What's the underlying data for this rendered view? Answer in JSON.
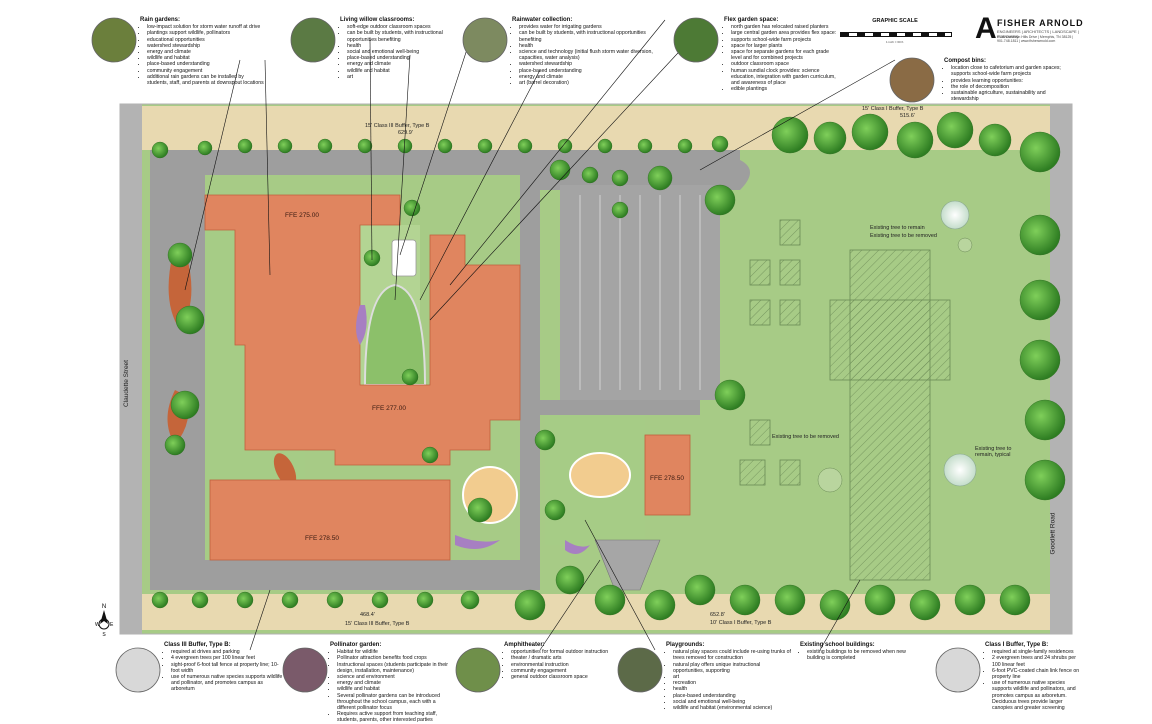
{
  "title_block": {
    "firm_name": "FISHER ARNOLD",
    "firm_tag": "ENGINEERS | ARCHITECTS | LANDSCAPE | PLANNERS",
    "firm_address": "9180 Crestwyn Hills Drive | Memphis, TN 38125 | 901.748.1811 | www.fisherarnold.com",
    "scale_title": "GRAPHIC SCALE",
    "scale_sub": "1 inch = 60 ft."
  },
  "streets": {
    "left": "Claudette Street",
    "right": "Goodlett Road"
  },
  "buffers": {
    "top_left": "15' Class III Buffer, Type B",
    "top_left_len": "629.9'",
    "top_right": "15' Class I Buffer, Type B",
    "top_right_len": "515.6'",
    "bottom_left": "15' Class III Buffer, Type B",
    "bottom_left_len": "468.4'",
    "bottom_right": "10' Class I Buffer, Type B",
    "bottom_right_len": "652.8'"
  },
  "buildings": {
    "ffe_1": "FFE 275.00",
    "ffe_2": "FFE 277.00",
    "ffe_3": "FFE 278.50",
    "ffe_4": "FFE 278.50"
  },
  "tree_labels": {
    "t1": "Existing tree to remain",
    "t2": "Existing tree to be removed",
    "t3": "Existing tree to be removed",
    "t4": "Existing tree to remain, typical"
  },
  "callouts": {
    "rain": {
      "title": "Rain gardens:",
      "items": [
        "low-impact solution for storm water runoff at drive",
        "plantings support wildlife, pollinators",
        "educational opportunities",
        "watershed stewardship",
        "energy and climate",
        "wildlife and habitat",
        "place-based understanding",
        "community engagement",
        "additional rain gardens can be installed by students, staff, and parents at downspout locations"
      ]
    },
    "willow": {
      "title": "Living willow classrooms:",
      "items": [
        "soft-edge outdoor classroom spaces",
        "can be built by students, with instructional opportunities benefiting",
        "health",
        "social and emotional well-being",
        "place-based understanding",
        "energy and climate",
        "wildlife and habitat",
        "art"
      ]
    },
    "rainwater": {
      "title": "Rainwater collection:",
      "items": [
        "provides water for irrigating gardens",
        "can be built by students, with instructional opportunities benefiting",
        "health",
        "science and technology (initial flush storm water diversion, capacities, water analysis)",
        "watershed stewardship",
        "place-based understanding",
        "energy and climate",
        "art (barrel decoration)"
      ]
    },
    "flex": {
      "title": "Flex garden space:",
      "items": [
        "north garden has relocated raised planters",
        "large central garden area provides flex space:",
        "supports school-wide farm projects",
        "space for larger plants",
        "space for separate gardens for each grade level and for combined projects",
        "outdoor classroom space",
        "human sundial clock provides: science education, integration with garden curriculum, and awareness of place",
        "edible plantings"
      ]
    },
    "compost": {
      "title": "Compost bins:",
      "items": [
        "location close to cafetorium and garden spaces; supports school-wide farm projects",
        "provides learning opportunities:",
        "the role of decomposition",
        "sustainable agriculture, sustainability and stewardship"
      ]
    },
    "class3": {
      "title": "Class III Buffer, Type B:",
      "items": [
        "required at drives and parking",
        "4 evergreen trees per 100 linear feet",
        "sight-proof 6-foot tall fence at property line; 10-foot width",
        "use of numerous native species supports wildlife and pollinator, and promotes campus as arboretum"
      ]
    },
    "pollinator": {
      "title": "Pollinator garden:",
      "items": [
        "Habitat for wildlife",
        "Pollinator attraction benefits food crops",
        "Instructional spaces (students participate in their design, installation, maintenance)",
        "science and environment",
        "energy and climate",
        "wildlife and habitat",
        "Several pollinator gardens can be introduced throughout the school campus, each with a different pollinator focus",
        "Requires active support from teaching staff, students, parents, other interested parties"
      ]
    },
    "amphitheater": {
      "title": "Amphitheater:",
      "items": [
        "opportunities for formal outdoor instruction",
        "theater / dramatic arts",
        "environmental instruction",
        "community engagement",
        "general outdoor classroom space"
      ]
    },
    "playgrounds": {
      "title": "Playgrounds:",
      "items": [
        "natural play spaces could include re-using trunks of trees removed for construction",
        "natural play offers unique instructional opportunities, supporting",
        "art",
        "recreation",
        "health",
        "place-based understanding",
        "social and emotional well-being",
        "wildlife and habitat (environmental science)"
      ]
    },
    "existing": {
      "title": "Existing school buildings:",
      "items": [
        "existing buildings to be removed when new building is completed"
      ]
    },
    "class1": {
      "title": "Class I Buffer, Type B:",
      "items": [
        "required at single-family residences",
        "2 evergreen trees and 24 shrubs per 100 linear feet",
        "6-foot PVC-coated chain link fence on property line",
        "use of numerous native species supports wildlife and pollinators, and promotes campus as arboretum. Deciduous trees provide larger canopies and greater screening"
      ]
    }
  },
  "colors": {
    "building": "#e0855f",
    "lawn": "#9dc77c",
    "lawn_light": "#b5d596",
    "buffer": "#e8d9b0",
    "pavement": "#9a9a9a",
    "tree": "#3f9a2e",
    "mulch": "#c5653a",
    "play": "#f2cc8f",
    "purple": "#a77fc2"
  }
}
